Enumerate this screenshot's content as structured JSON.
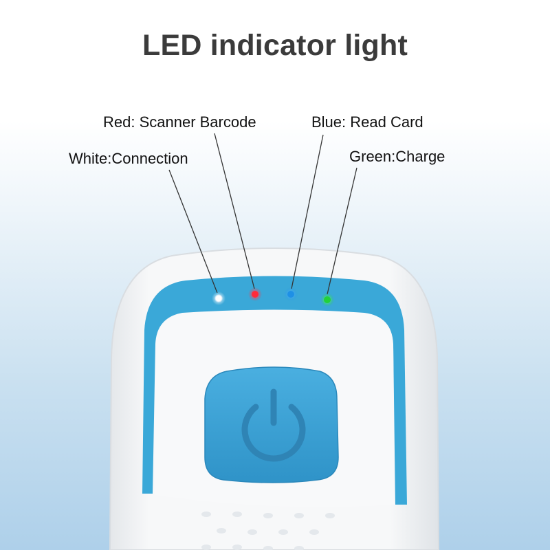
{
  "title": "LED indicator light",
  "indicators": [
    {
      "label": "White:Connection",
      "color": "#ffffff"
    },
    {
      "label": "Red: Scanner Barcode",
      "color": "#ff2a3a"
    },
    {
      "label": "Blue: Read Card",
      "color": "#1e90e6"
    },
    {
      "label": "Green:Charge",
      "color": "#22d13a"
    }
  ],
  "colors": {
    "title": "#3b3b3b",
    "device_body": "#f4f5f6",
    "accent_band": "#3aa8d8",
    "power_button": "#3a9fd3"
  },
  "icons": [
    "power-icon"
  ]
}
